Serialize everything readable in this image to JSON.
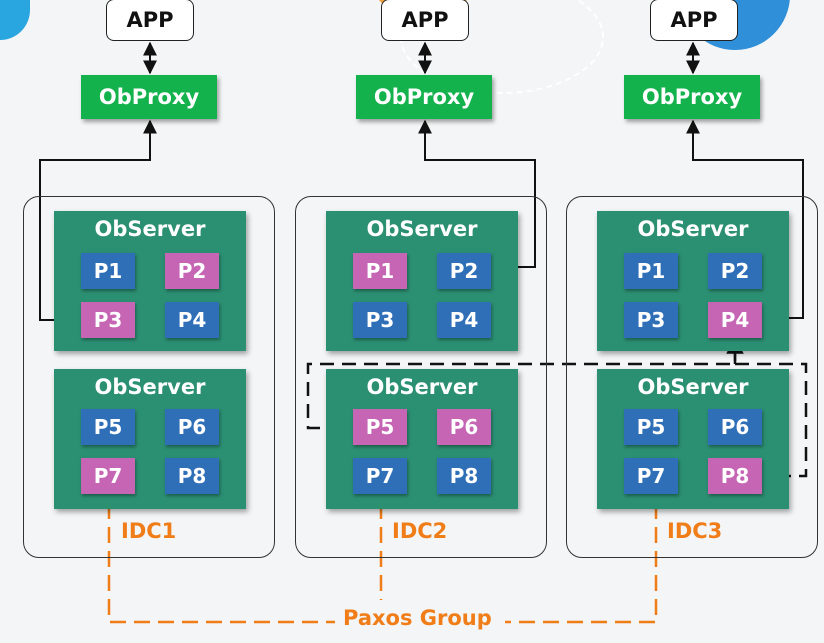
{
  "app_label": "APP",
  "proxy_label": "ObProxy",
  "server_label": "ObServer",
  "idcs": [
    {
      "label": "IDC1",
      "servers": [
        {
          "partitions": [
            {
              "label": "P1",
              "role": "follower"
            },
            {
              "label": "P2",
              "role": "leader"
            },
            {
              "label": "P3",
              "role": "leader"
            },
            {
              "label": "P4",
              "role": "follower"
            }
          ]
        },
        {
          "partitions": [
            {
              "label": "P5",
              "role": "follower"
            },
            {
              "label": "P6",
              "role": "follower"
            },
            {
              "label": "P7",
              "role": "leader"
            },
            {
              "label": "P8",
              "role": "follower"
            }
          ]
        }
      ]
    },
    {
      "label": "IDC2",
      "servers": [
        {
          "partitions": [
            {
              "label": "P1",
              "role": "leader"
            },
            {
              "label": "P2",
              "role": "follower"
            },
            {
              "label": "P3",
              "role": "follower"
            },
            {
              "label": "P4",
              "role": "follower"
            }
          ]
        },
        {
          "partitions": [
            {
              "label": "P5",
              "role": "leader"
            },
            {
              "label": "P6",
              "role": "leader"
            },
            {
              "label": "P7",
              "role": "follower"
            },
            {
              "label": "P8",
              "role": "follower"
            }
          ]
        }
      ]
    },
    {
      "label": "IDC3",
      "servers": [
        {
          "partitions": [
            {
              "label": "P1",
              "role": "follower"
            },
            {
              "label": "P2",
              "role": "follower"
            },
            {
              "label": "P3",
              "role": "follower"
            },
            {
              "label": "P4",
              "role": "leader"
            }
          ]
        },
        {
          "partitions": [
            {
              "label": "P5",
              "role": "follower"
            },
            {
              "label": "P6",
              "role": "follower"
            },
            {
              "label": "P7",
              "role": "follower"
            },
            {
              "label": "P8",
              "role": "leader"
            }
          ]
        }
      ]
    }
  ],
  "paxos_label": "Paxos Group",
  "colors": {
    "proxy": "#14b24c",
    "server": "#2b8f72",
    "leader": "#c565b3",
    "follower": "#2f6fb8",
    "paxos": "#f07d17"
  }
}
